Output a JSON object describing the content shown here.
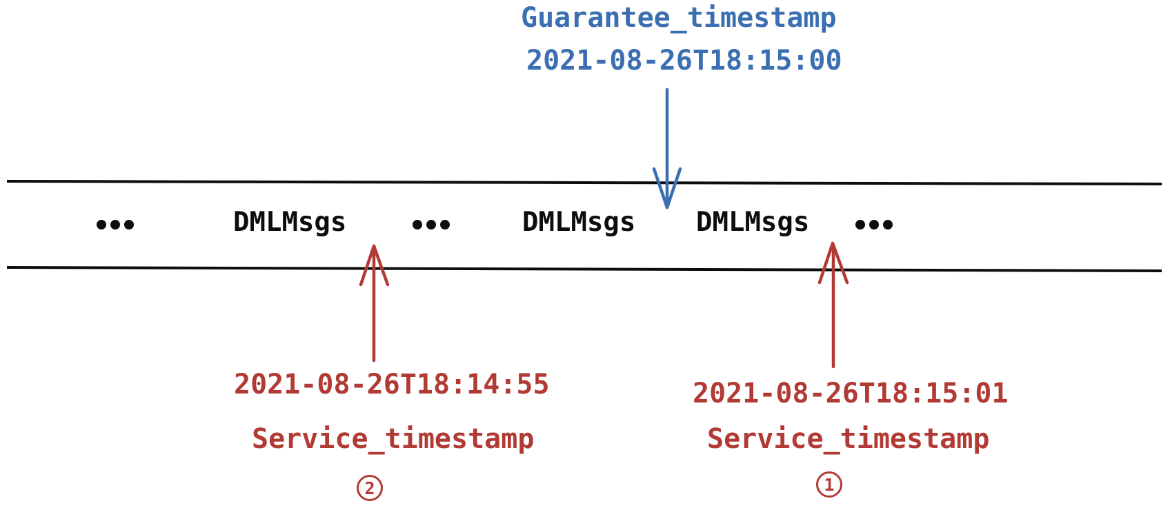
{
  "colors": {
    "blue_accent": "#3b6fb2",
    "red_accent": "#b23a34",
    "line_black": "#0d0d0d"
  },
  "guarantee": {
    "label": "Guarantee_timestamp",
    "value": "2021-08-26T18:15:00"
  },
  "timeline": {
    "messages": [
      {
        "text": "DMLMsgs"
      },
      {
        "text": "DMLMsgs"
      },
      {
        "text": "DMLMsgs"
      }
    ],
    "ellipsis_glyph": "•••"
  },
  "service_left": {
    "value": "2021-08-26T18:14:55",
    "label": "Service_timestamp",
    "marker": "2",
    "marker_glyph": "②"
  },
  "service_right": {
    "value": "2021-08-26T18:15:01",
    "label": "Service_timestamp",
    "marker": "1",
    "marker_glyph": "①"
  }
}
